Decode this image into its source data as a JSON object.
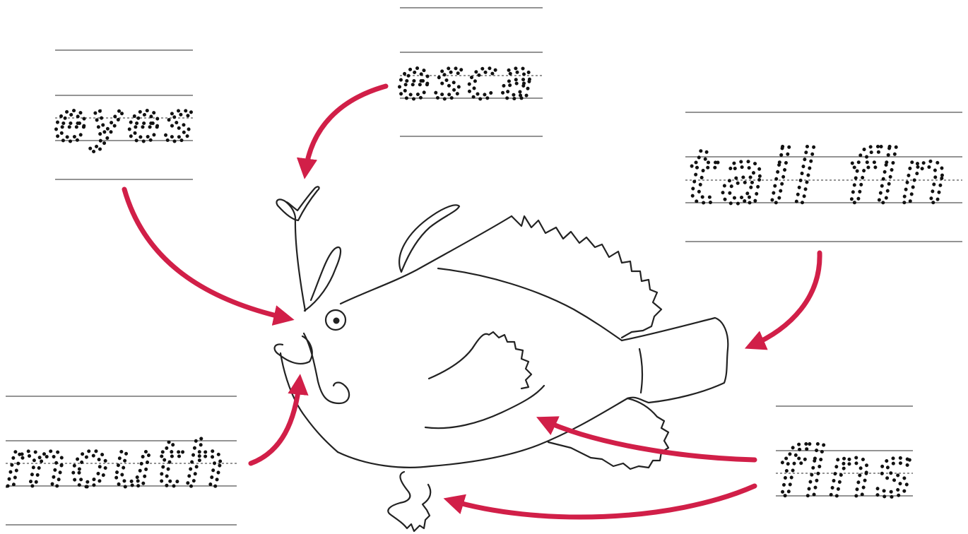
{
  "labels": {
    "eyes": "eyes",
    "esca": "esca",
    "tail_fin": "tail fin",
    "mouth": "mouth",
    "fins": "fins"
  },
  "colors": {
    "arrow": "#D11F48",
    "line": "#222222",
    "background": "#FFFFFF"
  }
}
